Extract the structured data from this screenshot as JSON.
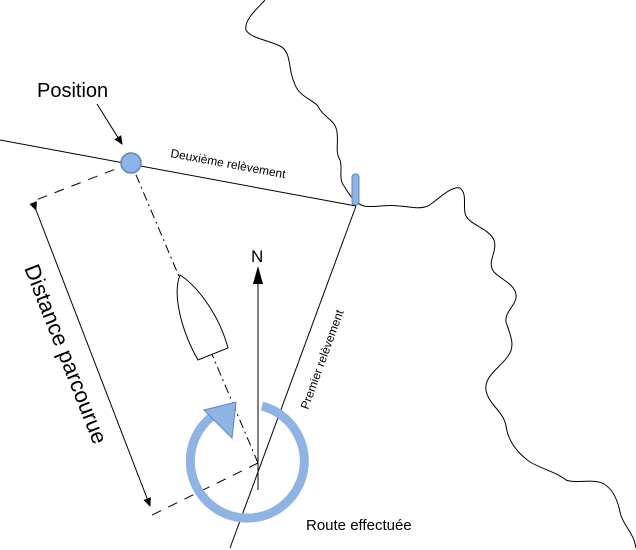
{
  "labels": {
    "position": "Position",
    "second_bearing": "Deuxième relèvement",
    "first_bearing": "Premier relèvement",
    "distance": "Distance parcourue",
    "north": "N",
    "route": "Route effectuée"
  },
  "colors": {
    "accent_fill": "#8fb4e3",
    "accent_stroke": "#5a86c0",
    "line": "#000000"
  },
  "icons": {
    "position_marker": "position-circle-icon",
    "landmark": "landmark-pillar-icon",
    "boat": "boat-outline-icon",
    "route_arrow": "circular-arrow-icon",
    "north_arrow": "north-arrow-icon"
  }
}
